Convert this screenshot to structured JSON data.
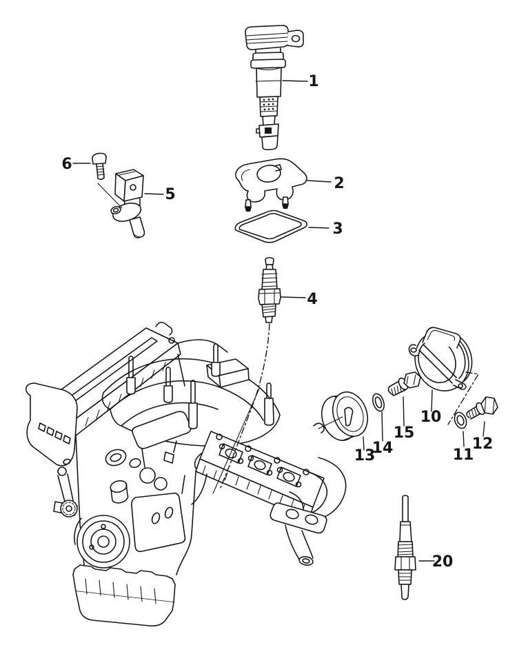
{
  "diagram": {
    "type": "exploded-parts-diagram",
    "subject": "engine-ignition-coil-spark-plug-and-sensors",
    "background_color": "#ffffff",
    "line_color": "#161616"
  },
  "callouts": [
    {
      "label": "1",
      "part": "ignition-coil"
    },
    {
      "label": "2",
      "part": "coil-retainer-bracket"
    },
    {
      "label": "3",
      "part": "cover-gasket"
    },
    {
      "label": "4",
      "part": "spark-plug"
    },
    {
      "label": "5",
      "part": "camshaft-position-sensor"
    },
    {
      "label": "6",
      "part": "sensor-mounting-bolt"
    },
    {
      "label": "10",
      "part": "sealing-flange-cover"
    },
    {
      "label": "11",
      "part": "washer"
    },
    {
      "label": "12",
      "part": "hex-bolt"
    },
    {
      "label": "13",
      "part": "rotor-wheel"
    },
    {
      "label": "14",
      "part": "seal-ring"
    },
    {
      "label": "15",
      "part": "socket-bolt"
    },
    {
      "label": "20",
      "part": "glow-plug-sensor"
    }
  ]
}
